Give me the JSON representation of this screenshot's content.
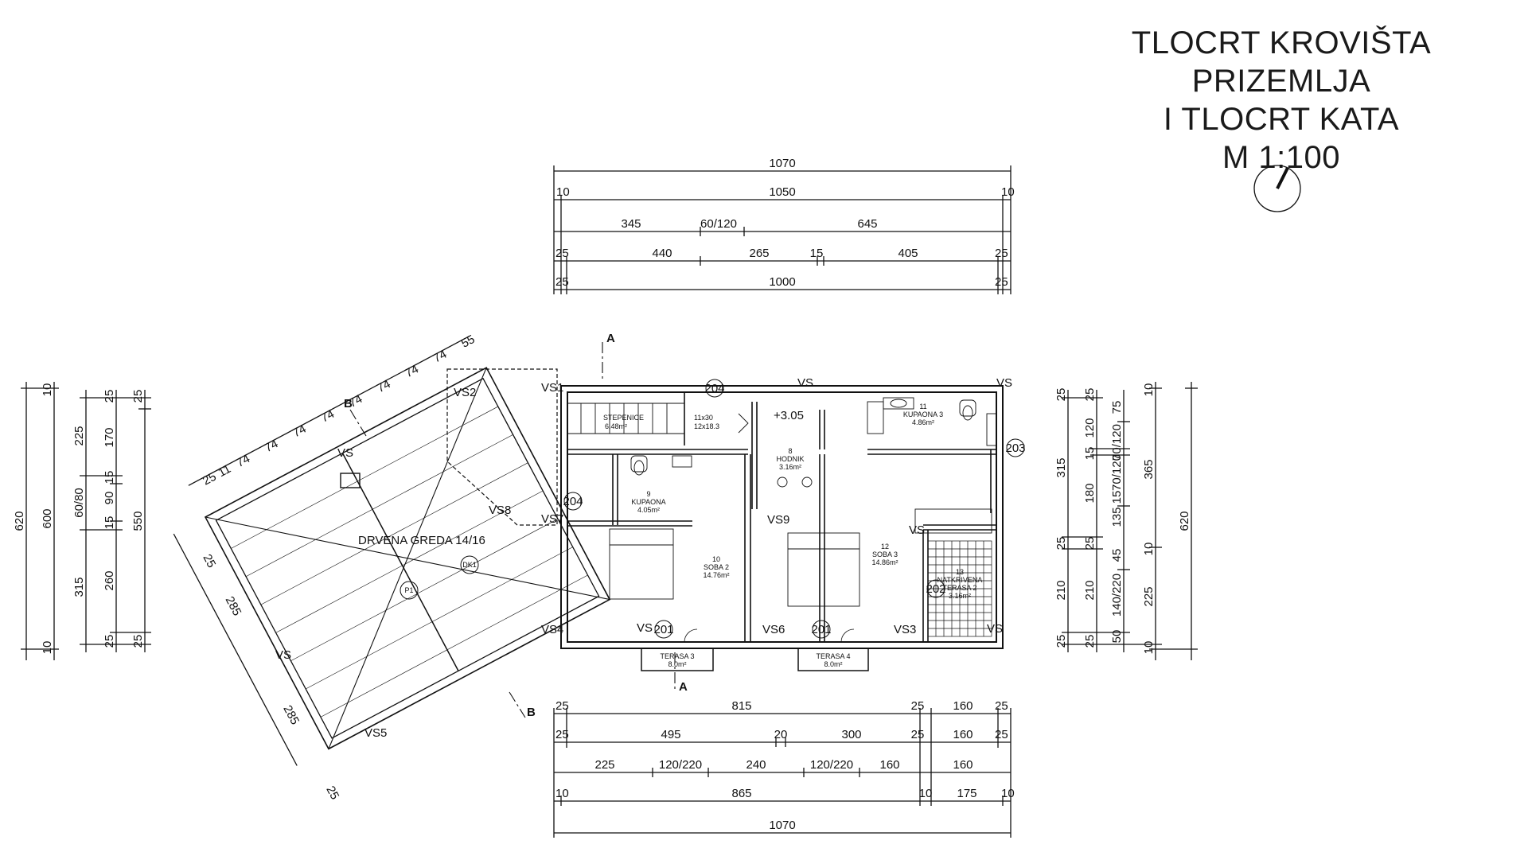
{
  "title": {
    "line1": "TLOCRT KROVIŠTA PRIZEMLJA",
    "line2": "I TLOCRT KATA",
    "line3": "M 1:100"
  },
  "dims_top": {
    "r1": [
      "1070"
    ],
    "r2": [
      "10",
      "1050",
      "10"
    ],
    "r3": [
      "345",
      "60/120",
      "645"
    ],
    "r4": [
      "25",
      "440",
      "265",
      "15",
      "405",
      "25"
    ],
    "r5": [
      "25",
      "1000",
      "25"
    ]
  },
  "dims_bottom": {
    "r1": [
      "25",
      "815",
      "25",
      "160",
      "25"
    ],
    "r2": [
      "25",
      "495",
      "20",
      "300",
      "25",
      "160",
      "25"
    ],
    "r3": [
      "225",
      "120/220",
      "240",
      "120/220",
      "160",
      "160"
    ],
    "r4": [
      "10",
      "865",
      "10",
      "175",
      "10"
    ],
    "r5": [
      "1070"
    ]
  },
  "dims_left": {
    "c1": [
      "620"
    ],
    "c2": [
      "10",
      "600",
      "10"
    ],
    "c3": [
      "225",
      "60/80",
      "315"
    ],
    "c4": [
      "25",
      "170",
      "15",
      "90",
      "15",
      "260",
      "25"
    ],
    "c5": [
      "25",
      "550",
      "25"
    ]
  },
  "dims_right": {
    "c1": [
      "25",
      "315",
      "25",
      "210",
      "25"
    ],
    "c2": [
      "25",
      "120",
      "15",
      "180",
      "25",
      "210",
      "25"
    ],
    "c3": [
      "75",
      "70/120",
      "70/120",
      "15",
      "135",
      "45",
      "140/220",
      "50"
    ],
    "c4": [
      "10",
      "365",
      "10",
      "225",
      "10"
    ],
    "c5": [
      "620"
    ]
  },
  "roof_dims": {
    "edge": [
      "25",
      "11",
      "74",
      "74",
      "74",
      "74",
      "74",
      "74",
      "74",
      "74",
      "55"
    ],
    "side": [
      "25",
      "285",
      "285",
      "25"
    ]
  },
  "rooms": {
    "stepenice": "STEPENICE",
    "stepenice_area": "6.48m²",
    "stairs_count": "11x30",
    "stairs_rise": "12x18.3",
    "hodnik_no": "8",
    "hodnik": "HODNIK",
    "hodnik_area": "3.16m²",
    "kupaona3_no": "11",
    "kupaona3": "KUPAONA 3",
    "kupaona3_area": "4.86m²",
    "kupaona_no": "9",
    "kupaona": "KUPAONA",
    "kupaona_area": "4.05m²",
    "soba2_no": "10",
    "soba2": "SOBA 2",
    "soba2_area": "14.76m²",
    "soba3_no": "12",
    "soba3": "SOBA 3",
    "soba3_area": "14.86m²",
    "terasa2_no": "13",
    "terasa2a": "NATKRIVENA",
    "terasa2b": "TERASA 2",
    "terasa2_area": "3.16m²",
    "terasa3": "TERASA 3",
    "terasa3_area": "8.0m²",
    "terasa4": "TERASA 4",
    "terasa4_area": "8.0m²",
    "greda": "DRVENA GREDA 14/16",
    "level": "+3.05"
  },
  "tags": {
    "vs": "VS",
    "vs1": "VS1",
    "vs2": "VS2",
    "vs3": "VS3",
    "vs4": "VS4",
    "vs5": "VS5",
    "vs6": "VS6",
    "vs7": "VS7",
    "vs8": "VS8",
    "vs9": "VS9",
    "p1": "P1",
    "dk1": "DK1",
    "d201": "201",
    "d202": "202",
    "d203": "203",
    "d204": "204",
    "sA": "A",
    "sB": "B"
  }
}
